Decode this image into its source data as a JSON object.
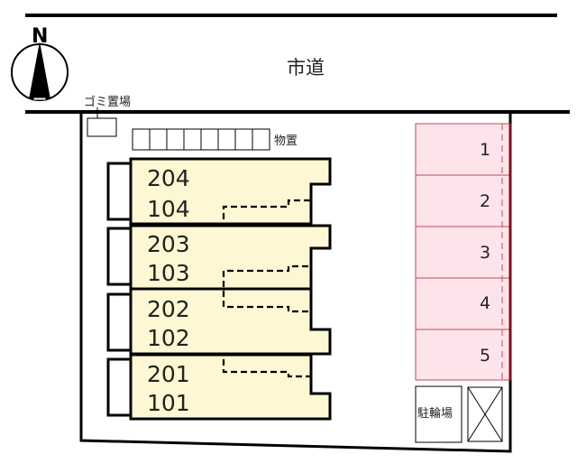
{
  "compass": {
    "label": "N"
  },
  "road": {
    "label": "市道"
  },
  "garbage": {
    "label": "ゴミ置場"
  },
  "storage": {
    "label": "物置"
  },
  "units": [
    {
      "upper": "204",
      "lower": "104"
    },
    {
      "upper": "203",
      "lower": "103"
    },
    {
      "upper": "202",
      "lower": "102"
    },
    {
      "upper": "201",
      "lower": "101"
    }
  ],
  "parking": [
    "1",
    "2",
    "3",
    "4",
    "5"
  ],
  "bicycle": {
    "label": "駐輪場"
  },
  "colors": {
    "unit_fill": "#fdf7d3",
    "parking_fill": "#fde4ea",
    "parking_stroke": "#c24a5a"
  }
}
